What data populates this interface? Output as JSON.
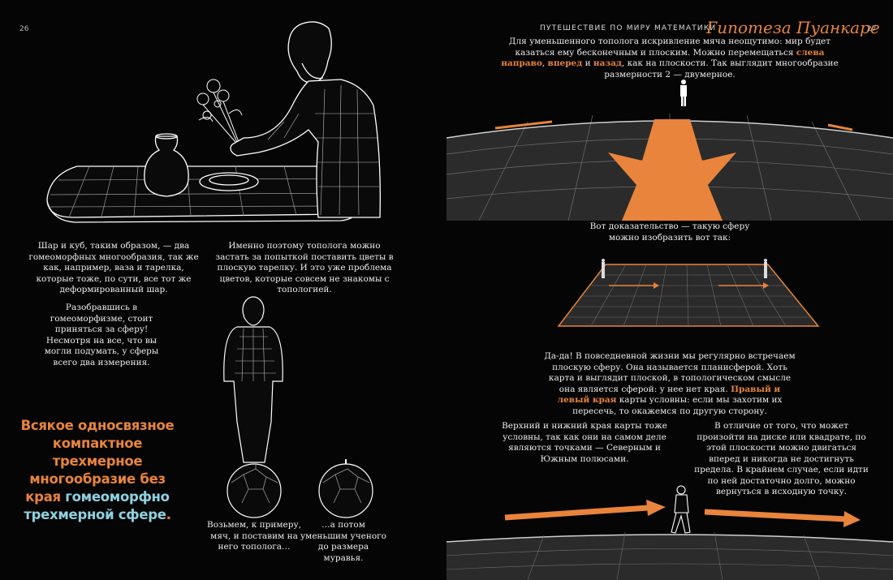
{
  "left_page": {
    "page_number": "26",
    "text_homeomorphism": "Шар и куб, таким образом, — два гомеоморфных многообразия, так же как, например, ваза и тарелка, которые тоже, по сути, все тот же деформированный шар.",
    "text_flowers": "Именно поэтому тополога можно застать за попыткой поставить цветы в плоскую тарелку. И это уже проблема цветов, которые совсем не знакомы с топологией.",
    "text_sphere_intro": "Разобравшись в гомеоморфизме, стоит приняться за сферу! Несмотря на все, что вы могли подумать, у сферы всего два измерения.",
    "caption_ball": "Возьмем, к примеру, мяч, и поставим на него тополога…",
    "caption_shrink": "…а потом уменьшим ученого до размера муравья.",
    "conjecture": {
      "part1": "Всякое односвязное компактное трехмерное многообразие без края",
      "part2": "гомеоморфно трехмерной сфере",
      "end": "."
    }
  },
  "right_page": {
    "page_number": "27",
    "series_title": "ПУТЕШЕСТВИЕ ПО МИРУ МАТЕМАТИКИ",
    "book_title": "Гипотеза Пуанкаре",
    "intro": {
      "a": "Для уменьшенного тополога искривление мяча неощутимо: мир будет казаться ему бесконечным и плоским. Можно перемещаться ",
      "h1": "слева направо",
      "b": ", ",
      "h2": "вперед",
      "c": " и ",
      "h3": "назад",
      "d": ", как на плоскости. Так выглядит многообразие размерности 2 — двумерное."
    },
    "proof_caption": "Вот доказательство — такую сферу можно изобразить вот так:",
    "planisphere": {
      "a": "Да-да! В повседневной жизни мы регулярно встречаем плоскую сферу. Она называется планисферой. Хоть карта и выглядит плоской, в топологическом смысле она является сферой: у нее нет края. ",
      "h1": "Правый",
      "b": " и ",
      "h2": "левый края",
      "c": " карты условны: если мы захотим их пересечь, то окажемся по другую сторону."
    },
    "text_poles": "Верхний и нижний края карты тоже условны, так как они на самом деле являются точками — Северным и Южным полюсами.",
    "text_disk": "В отличие от того, что может произойти на диске или квадрате, по этой плоскости можно двигаться вперед и никогда не достигнуть предела. В крайнем случае, если идти по ней достаточно долго, можно вернуться в исходную точку."
  },
  "colors": {
    "accent": "#e8843c",
    "conjecture_blue": "#8fd1e0",
    "background": "#050505"
  }
}
